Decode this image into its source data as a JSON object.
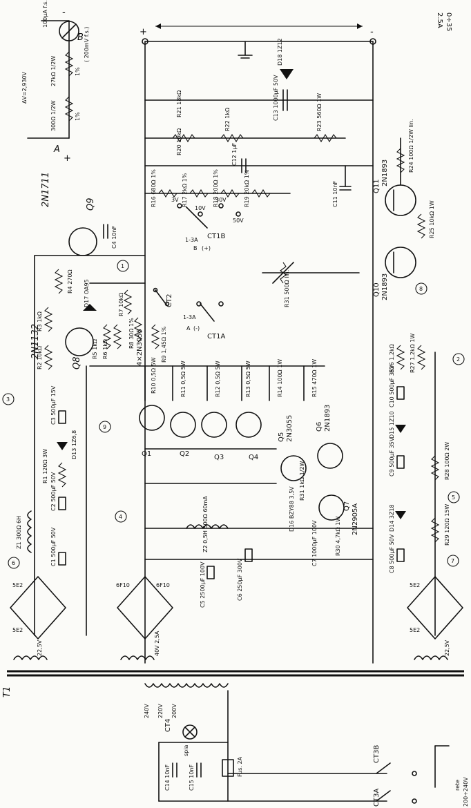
{
  "transformer": {
    "name": "T1"
  },
  "meter": {
    "range_current": "100µA f.s.",
    "range_voltage": "( 200mV f.s.)",
    "r_series": "27kΩ 1/2W",
    "r_series_tol": "1%",
    "r_shunt": "300Ω 1/2W",
    "r_shunt_tol": "1%",
    "delta_v": "ΔV=2,930V",
    "terminal_a": "A",
    "terminal_b": "B",
    "plus": "+",
    "minus": "-"
  },
  "output": {
    "range": "0÷35",
    "current": "2.5A",
    "plus": "+",
    "minus": "-"
  },
  "semiconductors": {
    "q9": "Q9",
    "q9_type": "2N1711",
    "q8": "Q8",
    "q8_type": "2N1132",
    "q1": "Q1",
    "q2": "Q2",
    "q3": "Q3",
    "q4": "Q4",
    "q1_4_type": "4×2N3055",
    "q5": "Q5",
    "q5_type": "2N3055",
    "q6": "Q6",
    "q6_type": "2N1893",
    "q7": "Q7",
    "q7_type": "2N2905A",
    "q10": "Q10",
    "q10_type": "2N1893",
    "q11": "Q11",
    "q11_type": "2N1893",
    "d17": "D17 OA95",
    "d13": "D13 1Z6,8",
    "d16": "D16 BZY88 3,5V",
    "d14": "D14 3Z18",
    "d15": "D15 1Z10",
    "d18": "D18 1Z12"
  },
  "resistors": {
    "r1": "R1 120Ω 3W",
    "r2": "R2 10kΩ",
    "r3": "R3 1kΩ",
    "r4": "R4 270Ω",
    "r5": "R5 1kΩ",
    "r6": "R6 1kΩ",
    "r7": "R7 10kΩ",
    "r8": "R8 30Ω 1%",
    "r9": "R9 1,45Ω 1%",
    "r10": "R10 0,5Ω 5W",
    "r11": "R11 0,5Ω 5W",
    "r12": "R12 0,5Ω 5W",
    "r13": "R13 0,5Ω 5W",
    "r14": "R14 100Ω 1W",
    "r15": "R15 470Ω 1W",
    "r16": "R16 680Ω 1%",
    "r17": "R17 2kΩ 1%",
    "r18": "R18 200Ω 1%",
    "r19": "R19 20kΩ 1%",
    "r20": "R20 10kΩ",
    "r21": "R21 18kΩ",
    "r22": "R22 1kΩ",
    "r23": "R23 560Ω 1W",
    "r24": "R24 100Ω 1/2W lin.",
    "r25": "R25 10kΩ 1W",
    "r26": "R26 1,2kΩ",
    "r27": "R27 1,2kΩ 1W",
    "r28": "R28 100Ω 2W",
    "r29": "R29 120Ω 15W",
    "r30": "R30 4,7kΩ 1W",
    "r31": "R31 1kΩ 1/2W",
    "r_pot": "R31 500Ω lin."
  },
  "capacitors": {
    "c1": "C1 500µF 50V",
    "c2": "C2 500µF 50V",
    "c3": "C3 500µF 15V",
    "c4": "C4 10nF",
    "c5": "C5 2500µF 100V",
    "c6": "C6 250µF 300V",
    "c7": "C7 1000µF 100V",
    "c8": "C8 500µF 50V",
    "c9": "C9 500µF 35V",
    "c10": "C10 500µF 35V",
    "c11": "C11 10nF",
    "c12": "C12 1µF",
    "c13": "C13 1000µF 50V",
    "c14": "C14 10nF",
    "c15": "C15 10nF"
  },
  "inductors": {
    "z1": "Z1 300Ω 6H",
    "z2": "Z2 0,5H 500Ω 60mA"
  },
  "transformer_windings": {
    "w1": "22,5V",
    "w2": "40V 2,5A",
    "w3": "22,5V",
    "primary_taps": [
      "240V",
      "220V",
      "200V"
    ],
    "diodes_a": "5E2",
    "diodes_b": "6F10"
  },
  "switches": {
    "ct1a": "CT1A",
    "ct1b": "CT1B",
    "ct2": "CT2",
    "ct3a": "CT3A",
    "ct3b": "CT3B",
    "ct4": "CT4",
    "range_hi": "1-3A",
    "pos_a": "A",
    "pos_b": "B",
    "pos_minus": "(-)",
    "pos_plus": "(+)",
    "ranges": [
      "3V",
      "10V",
      "30V",
      "50V"
    ]
  },
  "mains": {
    "lamp": "spia",
    "fuse": "Fus. 2A",
    "rete": "rete",
    "voltage": "200÷240V"
  },
  "nodes": [
    "1",
    "2",
    "3",
    "4",
    "5",
    "6",
    "7",
    "8",
    "9"
  ]
}
